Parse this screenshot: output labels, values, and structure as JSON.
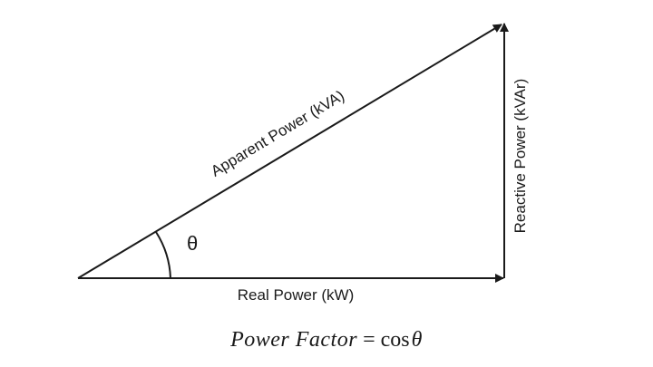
{
  "labels": {
    "hypotenuse": "Apparent Power (kVA)",
    "base": "Real Power (kW)",
    "vertical": "Reactive Power (kVAr)",
    "angle": "θ"
  },
  "formula": {
    "lhs": "Power Factor",
    "equals": " = ",
    "func": "cos",
    "var": "θ"
  },
  "colors": {
    "stroke": "#1a1a1a",
    "background": "#ffffff"
  }
}
